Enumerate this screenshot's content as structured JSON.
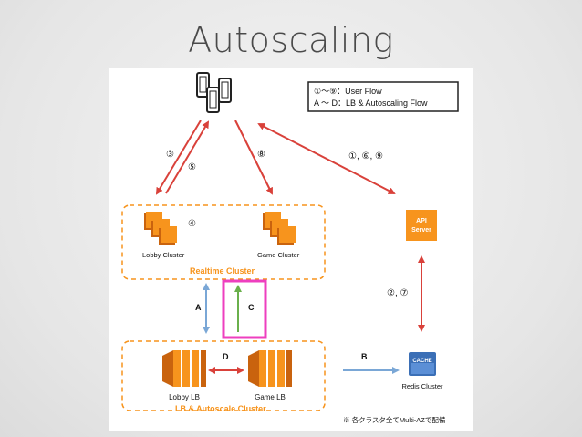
{
  "slide": {
    "title": "Autoscaling"
  },
  "legend": {
    "user_flow": "①〜⑨：User Flow",
    "lb_flow": "A 〜 D：LB & Autoscaling Flow"
  },
  "labels": {
    "step_3": "③",
    "step_5": "⑤",
    "step_8": "⑧",
    "step_1_6_9": "①, ⑥, ⑨",
    "step_4": "④",
    "step_2_7": "②, ⑦",
    "flow_a": "A",
    "flow_b": "B",
    "flow_c": "C",
    "flow_d": "D"
  },
  "nodes": {
    "lobby_cluster": "Lobby Cluster",
    "game_cluster": "Game Cluster",
    "realtime_cluster": "Realtime Cluster",
    "api_server_line1": "API",
    "api_server_line2": "Server",
    "lobby_lb": "Lobby LB",
    "game_lb": "Game LB",
    "lb_autoscale_cluster": "LB & Autoscale Cluster",
    "cache": "CACHE",
    "redis_cluster": "Redis Cluster"
  },
  "footnote": "※ 各クラスタ全てMulti-AZで配備",
  "colors": {
    "orange": "#f7941d",
    "orange_dark": "#c9630e",
    "red_arrow": "#d9413a",
    "green_arrow": "#6ab04c",
    "blue_arrow": "#7aa7d6",
    "highlight": "#ee3fbf",
    "cache_blue": "#3b6fb6"
  }
}
